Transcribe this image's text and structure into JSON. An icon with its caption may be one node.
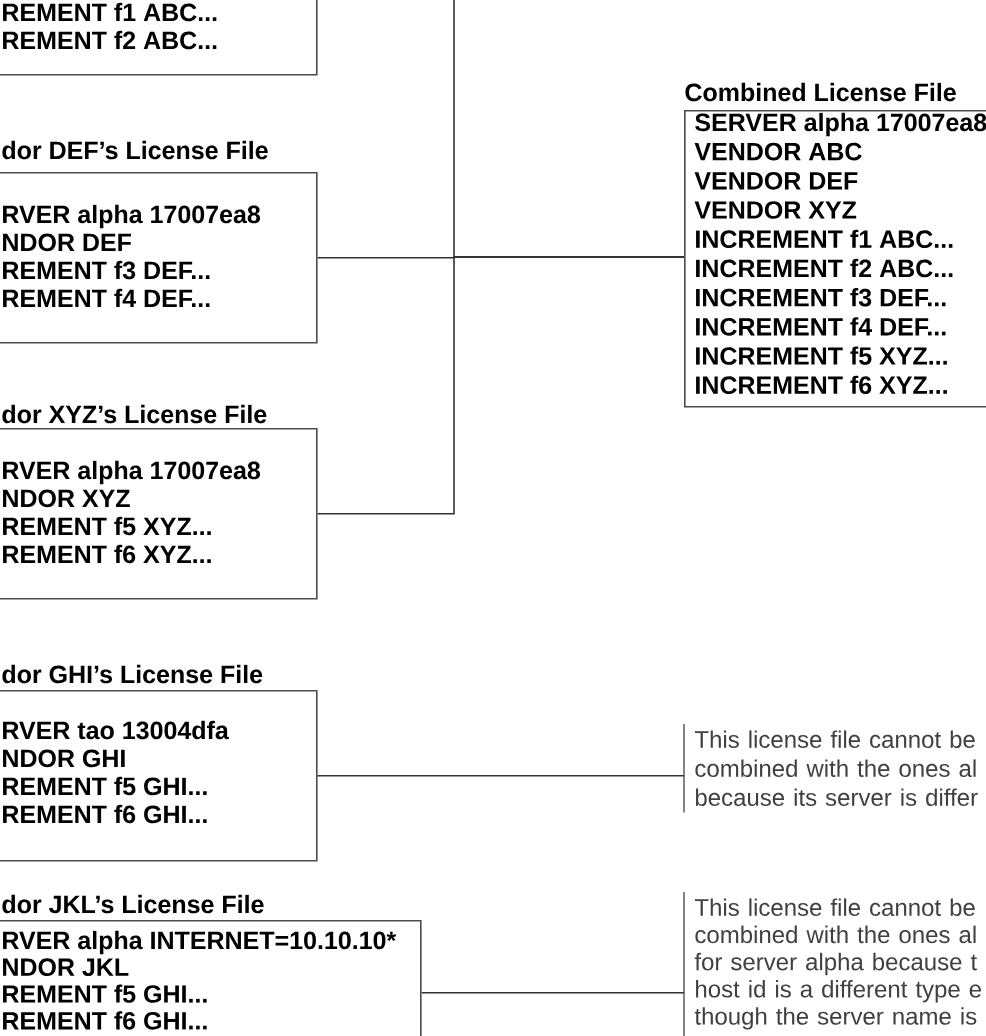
{
  "diagram": {
    "nodes": [
      {
        "text": [
          "REMENT f1 ABC...",
          "REMENT f2 ABC..."
        ]
      },
      {
        "text": [
          "dor DEF’s License File",
          "RVER alpha 17007ea8",
          "NDOR DEF",
          "REMENT f3 DEF...",
          "REMENT f4 DEF..."
        ]
      },
      {
        "text": [
          "dor XYZ’s License File",
          "RVER alpha 17007ea8",
          "NDOR XYZ",
          "REMENT f5 XYZ...",
          "REMENT f6 XYZ..."
        ]
      },
      {
        "text": [
          "Combined License File",
          "SERVER alpha 17007ea8",
          "VENDOR ABC",
          "VENDOR DEF",
          "VENDOR XYZ",
          "INCREMENT f1 ABC...",
          "INCREMENT f2 ABC...",
          "INCREMENT f3 DEF...",
          "INCREMENT f4 DEF...",
          "INCREMENT f5 XYZ...",
          "INCREMENT f6 XYZ..."
        ]
      },
      {
        "text": [
          "dor GHI’s License File",
          "RVER tao 13004dfa",
          "NDOR GHI",
          "REMENT f5 GHI...",
          "REMENT f6 GHI..."
        ]
      },
      {
        "text": [
          "dor JKL’s License File",
          "RVER alpha INTERNET=10.10.10*",
          "NDOR JKL",
          "REMENT f5 GHI...",
          "REMENT f6 GHI..."
        ]
      },
      {
        "text": [
          "This license file cannot be combined with the ones al because its server is differ"
        ]
      },
      {
        "text": [
          "This license file cannot be combined with the ones al for server alpha because t host id is a different type e though the server name is"
        ]
      }
    ],
    "edges": [
      {
        "from": 0,
        "to": 3,
        "arrow": "none"
      },
      {
        "from": 1,
        "to": 3,
        "arrow": "none"
      },
      {
        "from": 2,
        "to": 3,
        "arrow": "none"
      },
      {
        "from": 4,
        "to": 6,
        "arrow": "none"
      },
      {
        "from": 5,
        "to": 7,
        "arrow": "none"
      }
    ]
  }
}
